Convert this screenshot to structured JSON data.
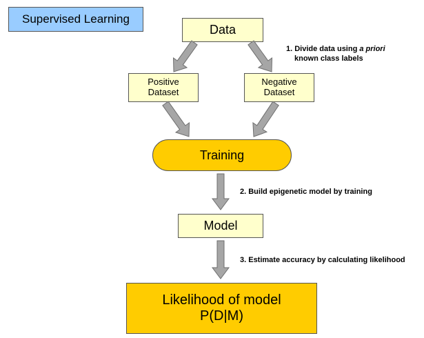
{
  "diagram": {
    "title": "Supervised Learning",
    "nodes": {
      "data": "Data",
      "positive": {
        "line1": "Positive",
        "line2": "Dataset"
      },
      "negative": {
        "line1": "Negative",
        "line2": "Dataset"
      },
      "training": "Training",
      "model": "Model",
      "likelihood": {
        "line1": "Likelihood of model",
        "line2": "P(D|M)"
      }
    },
    "notes": {
      "step1": {
        "prefix": "1. Divide data using ",
        "italic": "a priori",
        "line2": "known class labels"
      },
      "step2": "2. Build epigenetic model by training",
      "step3": "3. Estimate accuracy by calculating likelihood"
    },
    "edges": [
      {
        "from": "data",
        "to": "positive"
      },
      {
        "from": "data",
        "to": "negative"
      },
      {
        "from": "positive",
        "to": "training"
      },
      {
        "from": "negative",
        "to": "training"
      },
      {
        "from": "training",
        "to": "model"
      },
      {
        "from": "model",
        "to": "likelihood"
      }
    ]
  }
}
